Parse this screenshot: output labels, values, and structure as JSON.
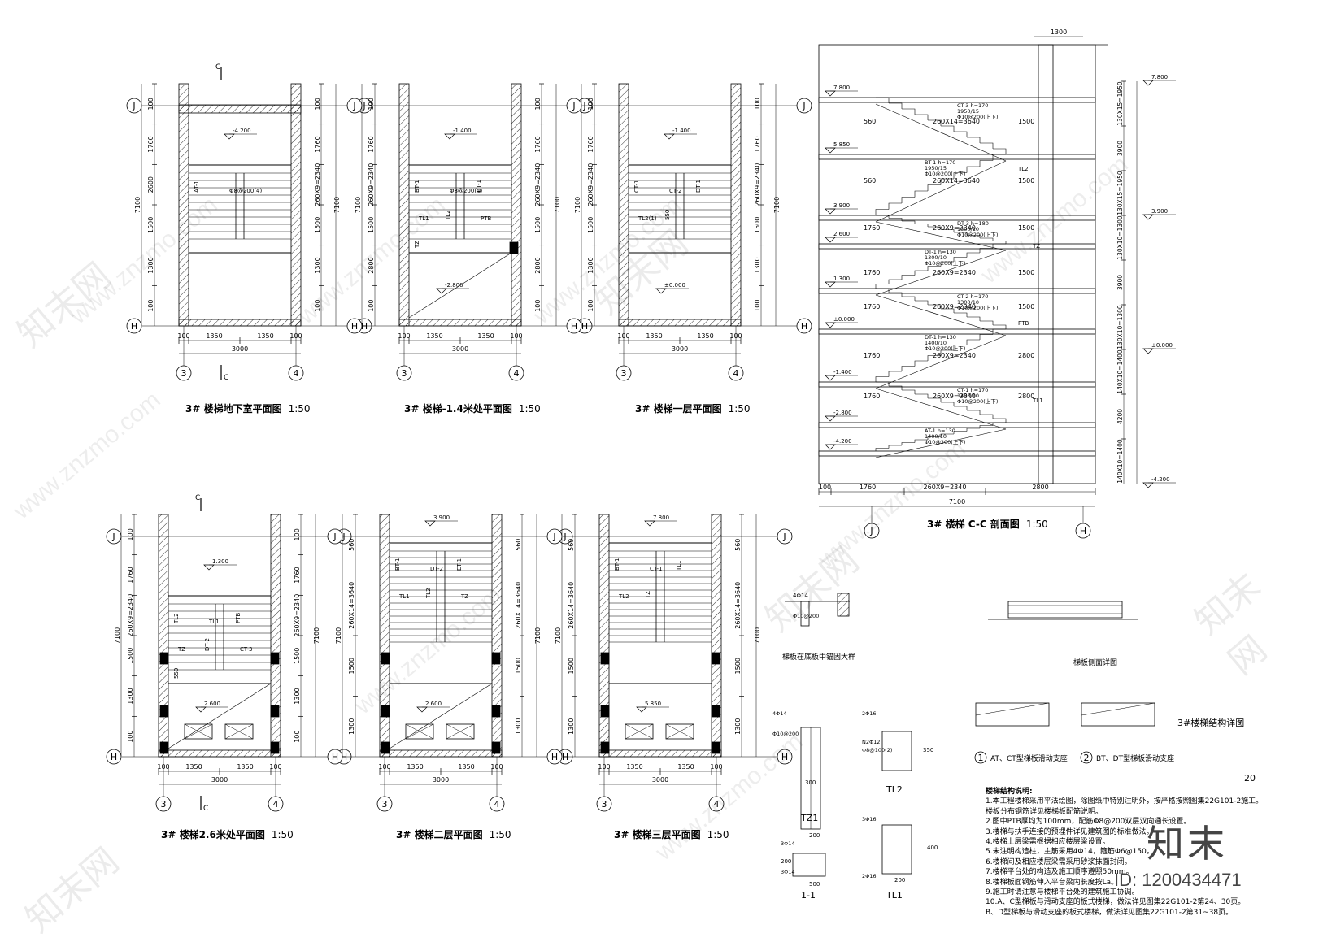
{
  "watermarks": {
    "site": "www.znzmo.com",
    "cn": "知末网"
  },
  "brand": {
    "logo_text": "知末",
    "id_text": "ID: 1200434471"
  },
  "sheet": {
    "title": "3#楼梯结构详图",
    "page_number": "20"
  },
  "grid": {
    "J": "J",
    "H": "H",
    "c3": "3",
    "c4": "4",
    "sec": "C"
  },
  "plans": [
    {
      "title": "3# 楼梯地下室平面图",
      "scale": "1:50",
      "level": "-4.200",
      "left_dims": [
        "100",
        "1760",
        "2600",
        "1500",
        "1300",
        "100"
      ],
      "total": "7100",
      "right_dims": [
        "100",
        "1760",
        "260X9=2340",
        "1500",
        "1300",
        "100"
      ],
      "bottom_dims": [
        "100",
        "1350",
        "1350",
        "100"
      ],
      "bottom_total": "3000",
      "labels": [
        "AT-1",
        "Φ8@200(4)"
      ]
    },
    {
      "title": "3# 楼梯-1.4米处平面图",
      "scale": "1:50",
      "level": "-1.400",
      "level2": "-2.800",
      "left_dims": [
        "100",
        "1760",
        "260X9=2340",
        "1500",
        "2800",
        "100"
      ],
      "total": "7100",
      "right_dims": [
        "100",
        "1760",
        "260X9=2340",
        "1500",
        "2800",
        "100"
      ],
      "bottom_dims": [
        "100",
        "1350",
        "1350",
        "100"
      ],
      "bottom_total": "3000",
      "labels": [
        "BT-1",
        "Φ8@200(4)",
        "DT-1",
        "TL1",
        "TL2",
        "PTB",
        "TZ"
      ]
    },
    {
      "title": "3# 楼梯一层平面图",
      "scale": "1:50",
      "level": "-1.400",
      "level2": "±0.000",
      "left_dims": [
        "100",
        "1760",
        "260X9=2340",
        "1500",
        "1300",
        "100"
      ],
      "total": "7100",
      "right_dims": [
        "100",
        "1760",
        "260X9=2340",
        "1500",
        "1300",
        "100"
      ],
      "bottom_dims": [
        "100",
        "1350",
        "1350",
        "100"
      ],
      "bottom_total": "3000",
      "labels": [
        "CT-1",
        "CT-2",
        "DT-1",
        "TL2(1)",
        "550"
      ]
    },
    {
      "title": "3# 楼梯2.6米处平面图",
      "scale": "1:50",
      "level": "1.300",
      "level2": "2.600",
      "left_dims": [
        "100",
        "1760",
        "260X9=2340",
        "1500",
        "1300",
        "100"
      ],
      "total": "7100",
      "right_dims": [
        "100",
        "1760",
        "260X9=2340",
        "1500",
        "1300",
        "100"
      ],
      "bottom_dims": [
        "100",
        "1350",
        "1350",
        "100"
      ],
      "bottom_total": "3000",
      "labels": [
        "TL2",
        "TL1",
        "PTB",
        "TZ",
        "DT-2",
        "CT-3",
        "550"
      ]
    },
    {
      "title": "3# 楼梯二层平面图",
      "scale": "1:50",
      "level": "3.900",
      "level2": "2.600",
      "left_dims": [
        "560",
        "260X14=3640",
        "1500",
        "1300"
      ],
      "total": "7100",
      "right_dims": [
        "560",
        "260X14=3640",
        "1500",
        "1300"
      ],
      "bottom_dims": [
        "100",
        "1350",
        "1350",
        "100"
      ],
      "bottom_total": "3000",
      "labels": [
        "BT-1",
        "DT-2",
        "ET-1",
        "TL1",
        "TL2",
        "TZ"
      ]
    },
    {
      "title": "3# 楼梯三层平面图",
      "scale": "1:50",
      "level": "7.800",
      "level2": "5.850",
      "left_dims": [
        "560",
        "260X14=3640",
        "1500",
        "1300"
      ],
      "total": "7100",
      "right_dims": [
        "560",
        "260X14=3640",
        "1500",
        "1300"
      ],
      "bottom_dims": [
        "100",
        "1350",
        "1350",
        "100"
      ],
      "bottom_total": "3000",
      "labels": [
        "BT-1",
        "CT-1",
        "TL1",
        "TL2",
        "TZ"
      ]
    }
  ],
  "section": {
    "title": "3# 楼梯 C-C 剖面图",
    "scale": "1:50",
    "top_dim": "1300",
    "levels": [
      "7.800",
      "5.850",
      "3.900",
      "2.600",
      "1.300",
      "±0.000",
      "-1.400",
      "-2.800",
      "-4.200"
    ],
    "rows": [
      {
        "a": "560",
        "b": "260X14=3640",
        "c": "1500"
      },
      {
        "a": "560",
        "b": "260X14=3640",
        "c": "1500"
      },
      {
        "a": "1760",
        "b": "260X9=2340",
        "c": "1500"
      },
      {
        "a": "1760",
        "b": "260X9=2340",
        "c": "1500"
      },
      {
        "a": "1760",
        "b": "260X9=2340",
        "c": "1500"
      },
      {
        "a": "1760",
        "b": "260X9=2340",
        "c": "2800"
      },
      {
        "a": "1760",
        "b": "260X9=2340",
        "c": "2800"
      }
    ],
    "bottom_dims": [
      "100",
      "1760",
      "260X9=2340",
      "2800"
    ],
    "bottom_total": "7100",
    "right_dims": [
      "130X15=1950",
      "3900",
      "130X15=1950",
      "130X10=1300",
      "3900",
      "130X10=1300",
      "140X10=1400",
      "4200",
      "140X10=1400"
    ],
    "flights": [
      {
        "name": "CT-3 h=170",
        "spec": "1950/15",
        "bar": "Φ10@200(上下)"
      },
      {
        "name": "BT-1 h=170",
        "spec": "1950/15",
        "bar": "Φ10@200(上下)"
      },
      {
        "name": "DT-3 h=180",
        "spec": "1300/10",
        "bar": "Φ10@200(上下)"
      },
      {
        "name": "DT-1 h=130",
        "spec": "1300/10",
        "bar": "Φ10@200(上下)"
      },
      {
        "name": "CT-2 h=170",
        "spec": "1300/10",
        "bar": "Φ10@200(上下)"
      },
      {
        "name": "DT-1 h=130",
        "spec": "1400/10",
        "bar": "Φ10@200(上下)"
      },
      {
        "name": "CT-1 h=170",
        "spec": "1400/10",
        "bar": "Φ10@200(上下)"
      },
      {
        "name": "AT-1 h=130",
        "spec": "1400/10",
        "bar": "Φ10@200(上下)"
      }
    ],
    "tags": [
      "TL2",
      "TZ",
      "PTB",
      "TL1"
    ]
  },
  "details": {
    "d1_title": "梯板在底板中锚固大样",
    "d2_title": "梯板侧面详图",
    "d3_title": "AT、CT型梯板滑动支座",
    "d4_title": "BT、DT型梯板滑动支座",
    "tz1": "TZ1",
    "tl1": "TL1",
    "tl2": "TL2",
    "sec11": "1-1",
    "tz_dims": [
      "200",
      "500",
      "300",
      "200",
      "400",
      "350",
      "200"
    ],
    "tz_bars": [
      "4Φ14",
      "Φ10@200",
      "3Φ14",
      "3Φ14",
      "2Φ16",
      "N2Φ12",
      "Φ8@100(2)",
      "3Φ16",
      "2Φ16"
    ]
  },
  "notes": [
    "楼梯结构说明:",
    "1.本工程楼梯采用平法绘图，除图纸中特别注明外，按严格按照图集22G101-2施工。",
    "楼板分布钢筋详见楼梯板配筋说明。",
    "2.图中PTB厚均为100mm，配筋Φ8@200双层双向通长设置。",
    "3.楼梯与扶手连接的预埋件详见建筑图的标准做法。",
    "4.楼梯上层梁需根据相应楼层梁设置。",
    "5.未注明构造柱，主筋采用4Φ14，箍筋Φ6@150。",
    "6.楼梯间及相应楼层梁需采用砂浆抹面封闭。",
    "7.楼梯平台处的构造及施工顺序遵照50mm。",
    "8.楼梯板面钢筋伸入平台梁内长度按Lа。",
    "9.施工时请注意与楼梯平台处的建筑施工协调。",
    "10.A、C型梯板与滑动支座的板式楼梯，做法详见图集22G101-2第24、30页。",
    "B、D型梯板与滑动支座的板式楼梯，做法详见图集22G101-2第31~38页。"
  ]
}
